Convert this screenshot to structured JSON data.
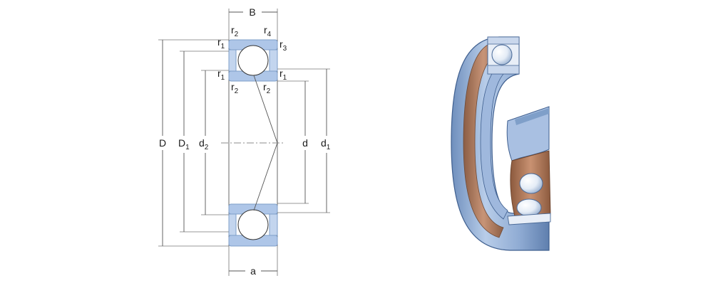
{
  "labels": {
    "B": "B",
    "a": "a",
    "D": "D",
    "D1": "D",
    "D1_sub": "1",
    "d2": "d",
    "d2_sub": "2",
    "d": "d",
    "d1": "d",
    "d1_sub": "1",
    "r": "r",
    "r1_sub": "1",
    "r2_sub": "2",
    "r3_sub": "3",
    "r4_sub": "4"
  },
  "colors": {
    "ring_fill": "#aec6e8",
    "ring_dark": "#7f9fc9",
    "ball_fill": "#ffffff",
    "cage_fill": "#b98567",
    "line": "#555555",
    "background": "#ffffff"
  }
}
